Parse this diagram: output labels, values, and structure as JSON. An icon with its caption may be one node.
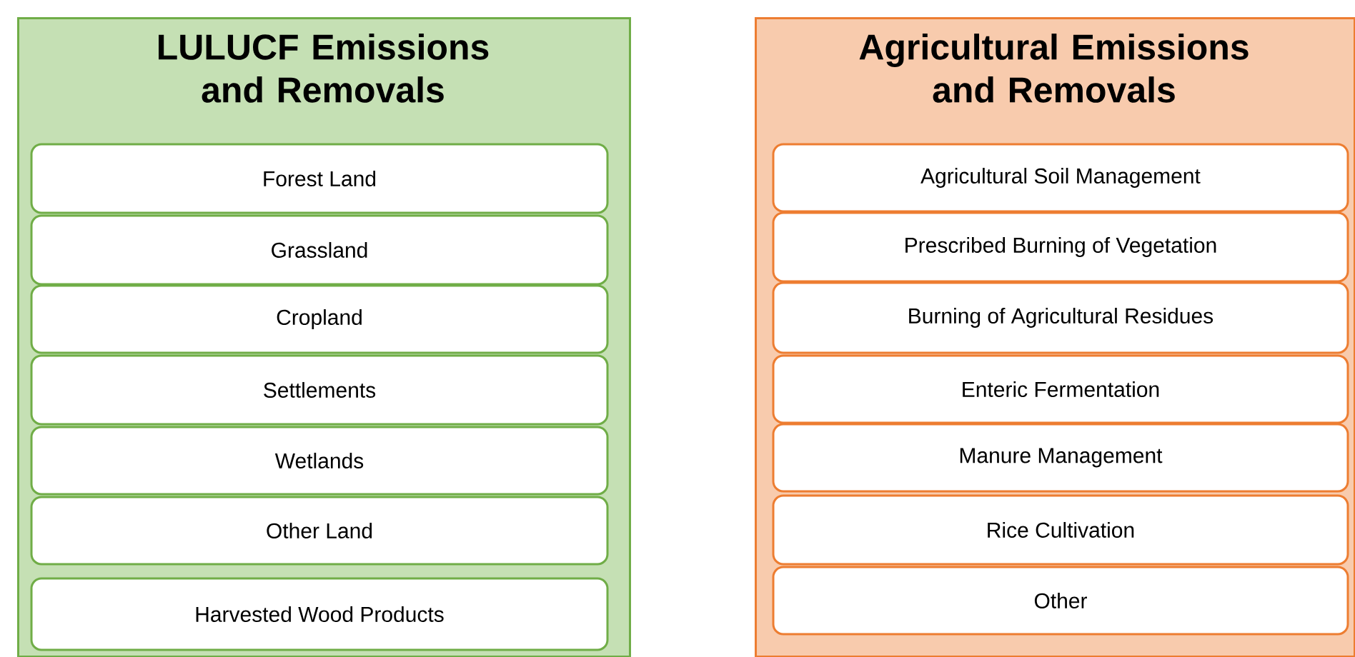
{
  "diagram": {
    "nodes": [
      {
        "text": [
          "LULUCF Emissions and Removals"
        ]
      },
      {
        "text": [
          "Forest Land"
        ],
        "in": 0
      },
      {
        "text": [
          "Grassland"
        ],
        "in": 0
      },
      {
        "text": [
          "Cropland"
        ],
        "in": 0
      },
      {
        "text": [
          "Settlements"
        ],
        "in": 0
      },
      {
        "text": [
          "Wetlands"
        ],
        "in": 0
      },
      {
        "text": [
          "Other Land"
        ],
        "in": 0
      },
      {
        "text": [
          "Harvested Wood Products"
        ],
        "in": 0
      },
      {
        "text": [
          "Agricultural Emissions and Removals"
        ]
      },
      {
        "text": [
          "Agricultural Soil Management"
        ],
        "in": 8
      },
      {
        "text": [
          "Prescribed Burning of Vegetation"
        ],
        "in": 8
      },
      {
        "text": [
          "Burning of Agricultural Residues"
        ],
        "in": 8
      },
      {
        "text": [
          "Enteric Fermentation"
        ],
        "in": 8
      },
      {
        "text": [
          "Manure Management"
        ],
        "in": 8
      },
      {
        "text": [
          "Rice Cultivation"
        ],
        "in": 8
      },
      {
        "text": [
          "Other"
        ],
        "in": 8
      }
    ]
  }
}
